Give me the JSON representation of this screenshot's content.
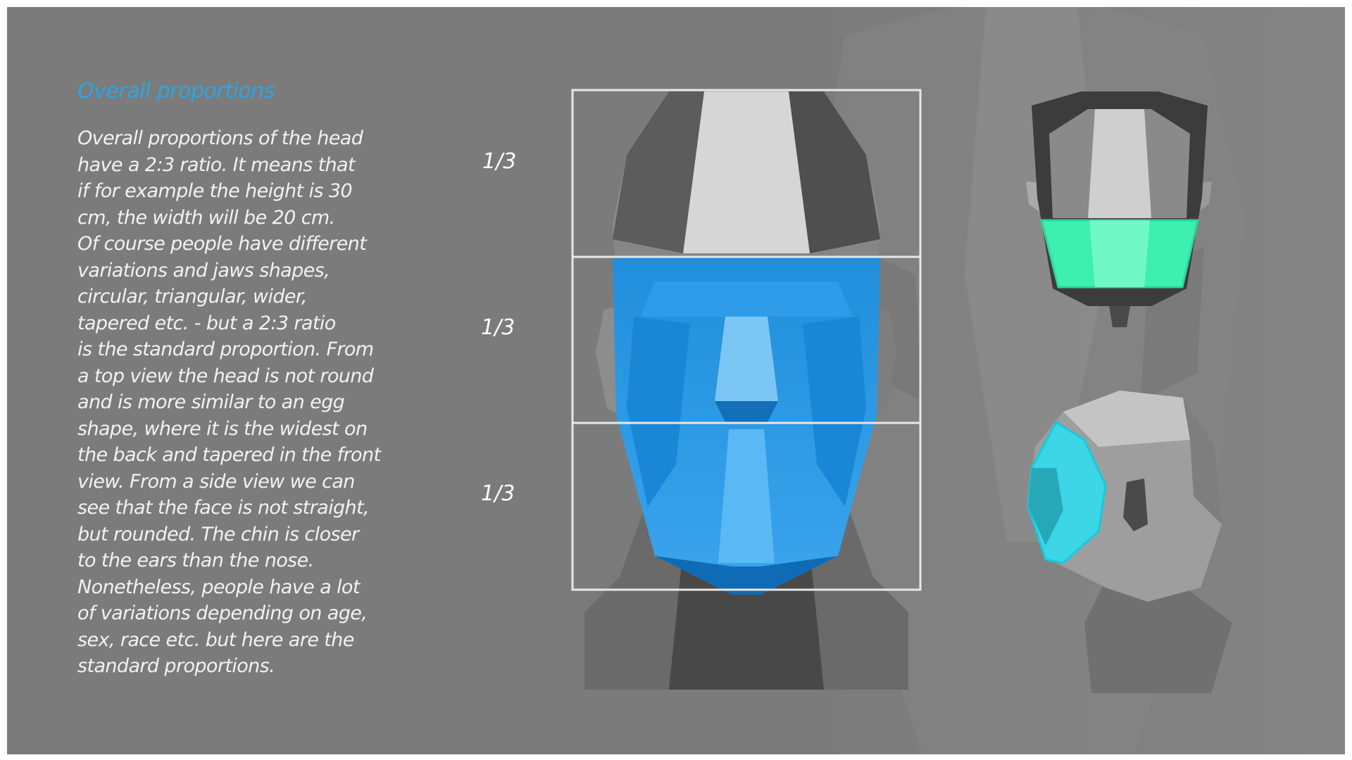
{
  "heading": "Overall proportions",
  "body_lines": [
    "Overall proportions of the head",
    "have a 2:3 ratio. It means that",
    "if for example the height is 30",
    "cm, the width will be 20 cm.",
    "Of course people have different",
    "variations and jaws shapes,",
    "circular, triangular, wider,",
    "tapered etc.  - but a 2:3 ratio",
    "is the standard proportion. From",
    "a top view the head is not round",
    "and is more similar to an egg",
    "shape, where it is the widest on",
    "the back and tapered in the front",
    "view. From a side view we can",
    "see that the face is not straight,",
    "but rounded. The chin is closer",
    "to the ears than the nose.",
    "Nonetheless, people have a lot",
    "of variations depending on age,",
    "sex, race etc. but here are the",
    "standard proportions."
  ],
  "ratio_labels": [
    "1/3",
    "1/3",
    "1/3"
  ],
  "colors": {
    "background": "#7b7b7b",
    "heading": "#2aa6e6",
    "face_highlight": "#1ea0f0",
    "top_view_highlight": "#3ef0b0",
    "side_view_highlight": "#3cd6e6",
    "frame": "#e8e8e8"
  },
  "figures": {
    "front": "front-view-head",
    "top": "top-view-head",
    "side": "side-view-head"
  }
}
